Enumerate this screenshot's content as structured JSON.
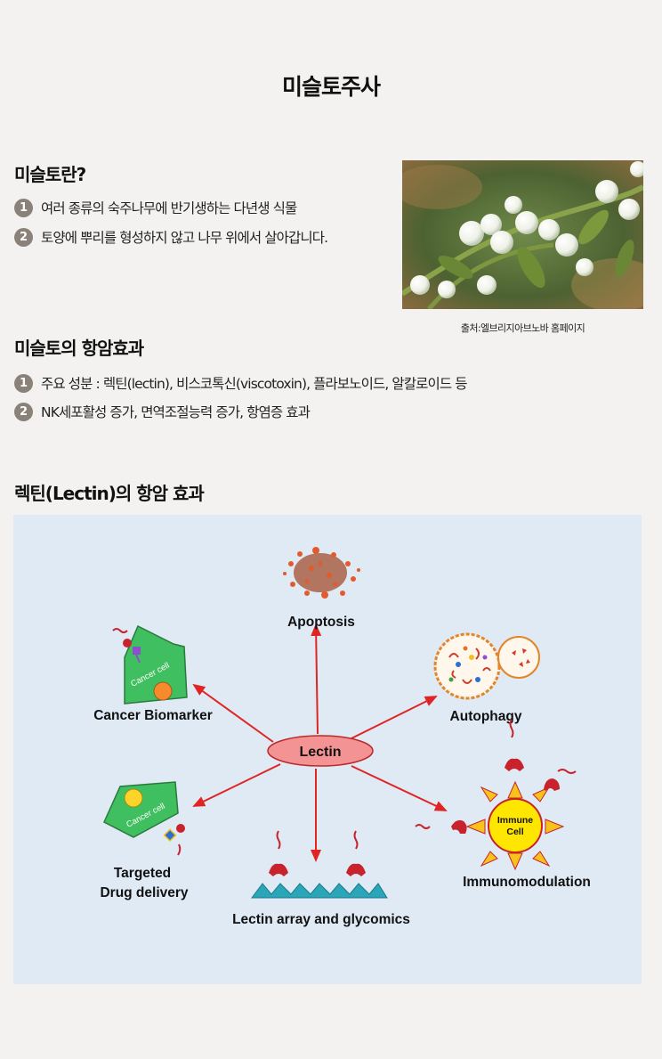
{
  "page": {
    "title": "미슬토주사"
  },
  "section1": {
    "title": "미슬토란?",
    "items": [
      {
        "num": "1",
        "text": "여러 종류의 숙주나무에 반기생하는 다년생 식물"
      },
      {
        "num": "2",
        "text": "토양에 뿌리를 형성하지 않고 나무 위에서 살아갑니다."
      }
    ]
  },
  "photo": {
    "caption": "출처:엘브리지아브노바 홈페이지"
  },
  "section2": {
    "title": "미슬토의 항암효과",
    "items": [
      {
        "num": "1",
        "text": "주요 성분 : 렉틴(lectin), 비스코톡신(viscotoxin), 플라보노이드, 알칼로이드 등"
      },
      {
        "num": "2",
        "text": "NK세포활성 증가, 면역조절능력 증가, 항염증 효과"
      }
    ]
  },
  "section3": {
    "title": "렉틴(Lectin)의 항암 효과"
  },
  "diagram": {
    "center": "Lectin",
    "nodes": {
      "apoptosis": "Apoptosis",
      "cancer_biomarker": "Cancer Biomarker",
      "autophagy": "Autophagy",
      "targeted_line1": "Targeted",
      "targeted_line2": "Drug delivery",
      "lectin_array": "Lectin array and glycomics",
      "immunomodulation": "Immunomodulation"
    },
    "cell_labels": {
      "cancer_cell": "Cancer cell",
      "immune_line1": "Immune",
      "immune_line2": "Cell"
    },
    "colors": {
      "arrow": "#e02424",
      "center_fill": "#f49393",
      "cancer_cell": "#3fbf5f",
      "immune_cell": "#ffe600"
    }
  }
}
